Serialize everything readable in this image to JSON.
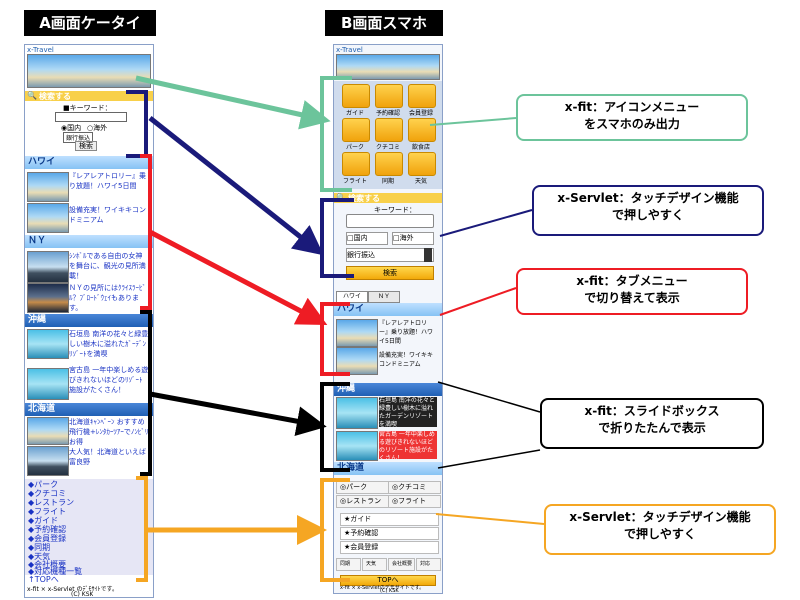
{
  "headers": {
    "a": "A画面ケータイ",
    "b": "B画面スマホ"
  },
  "phone_a": {
    "brand": "x-Travel",
    "search_bar": "検索する",
    "keyword_label": "■キーワード：",
    "radio_domestic": "国内",
    "radio_overseas": "海外",
    "select_value": "銀行振込",
    "search_button": "検索",
    "hawaii_title": "ハワイ",
    "hawaii_items": [
      "『レアレアトロリー』乗り放題！ハワイ5日間",
      "設備充実！ワイキキコンドミニアム"
    ],
    "ny_title": "ＮＹ",
    "ny_items": [
      "ｼﾝﾎﾞﾙである自由の女神を舞台に、観光の見所満載！",
      "ＮＹの見所にはｸﾗｲｽﾗｰﾋﾞﾙ？ﾌﾞﾛｰﾄﾞｳｪｲもあります。"
    ],
    "okinawa_title": "沖縄",
    "okinawa_items": [
      "石垣島 南洋の花々と緑豊しい樹木に溢れたｶﾞｰﾃﾞﾝﾘｿﾞｰﾄを満喫",
      "宮古島 一年中楽しめる遊びきれないほどのﾘｿﾞｰﾄ施設がたくさん！"
    ],
    "hokkaido_title": "北海道",
    "hokkaido_items": [
      "北海道ｷｬﾝﾍﾟｰﾝ おすすめ飛行機+ﾚﾝﾀｶｰﾂｱｰでﾉﾝﾋﾞﾘお得",
      "大人気！北海道といえば富良野"
    ],
    "menu": [
      "パーク",
      "クチコミ",
      "レストラン",
      "フライト",
      "ガイド",
      "予約確認",
      "会員登録",
      "同期",
      "天気",
      "会社概要",
      "対応機種一覧"
    ],
    "top_link": "TOPへ",
    "footer": "x-fit × x-Servlet のﾃﾞﾓｻｲﾄです。",
    "copyright": "(C) KSK"
  },
  "phone_b": {
    "brand": "x-Travel",
    "icons": [
      "ガイド",
      "予約確認",
      "会員登録",
      "パーク",
      "クチコミ",
      "飲食店",
      "フライト",
      "同期",
      "天気"
    ],
    "search_bar": "検索する",
    "keyword_label": "キーワード：",
    "check_domestic": "国内",
    "check_overseas": "海外",
    "select_value": "銀行振込",
    "search_button": "検索",
    "tab_hawaii": "ハワイ",
    "tab_ny": "ＮＹ",
    "hawaii_title": "ハワイ",
    "hawaii_items": [
      "『レアレアトロリー』乗り放題！ハワイ5日間",
      "設備充実！ワイキキコンドミニアム"
    ],
    "okinawa_title": "沖縄",
    "okinawa_items": [
      "石垣島 南洋の花々と緑豊しい樹木に溢れたガーデンリゾートを満喫",
      "宮古島 一年中楽しめる遊びきれないほどのリゾート施設がたくさん！"
    ],
    "hokkaido_title": "北海道",
    "menu_park": "パーク",
    "menu_kuchikomi": "クチコミ",
    "menu_restaurant": "レストラン",
    "menu_flight": "フライト",
    "list_guide": "ガイド",
    "list_reserve": "予約確認",
    "list_member": "会員登録",
    "small_btns": [
      "同期",
      "天気",
      "会社概要",
      "対応"
    ],
    "top_button": "TOPへ",
    "footer": "x-fit × x-Servletのデモサイトです。",
    "copyright": "(C) KSK"
  },
  "callouts": {
    "c1": [
      "x-fit：アイコンメニュー",
      "をスマホのみ出力"
    ],
    "c2": [
      "x-Servlet：タッチデザイン機能",
      "で押しやすく"
    ],
    "c3": [
      "x-fit：タブメニュー",
      "で切り替えて表示"
    ],
    "c4": [
      "x-fit：スライドボックス",
      "で折りたたんで表示"
    ],
    "c5": [
      "x-Servlet：タッチデザイン機能",
      "で押しやすく"
    ]
  },
  "colors": {
    "green": "#6cc49b",
    "navy": "#1a1a7a",
    "red": "#ee1c24",
    "black": "#000000",
    "orange": "#f5a623"
  }
}
